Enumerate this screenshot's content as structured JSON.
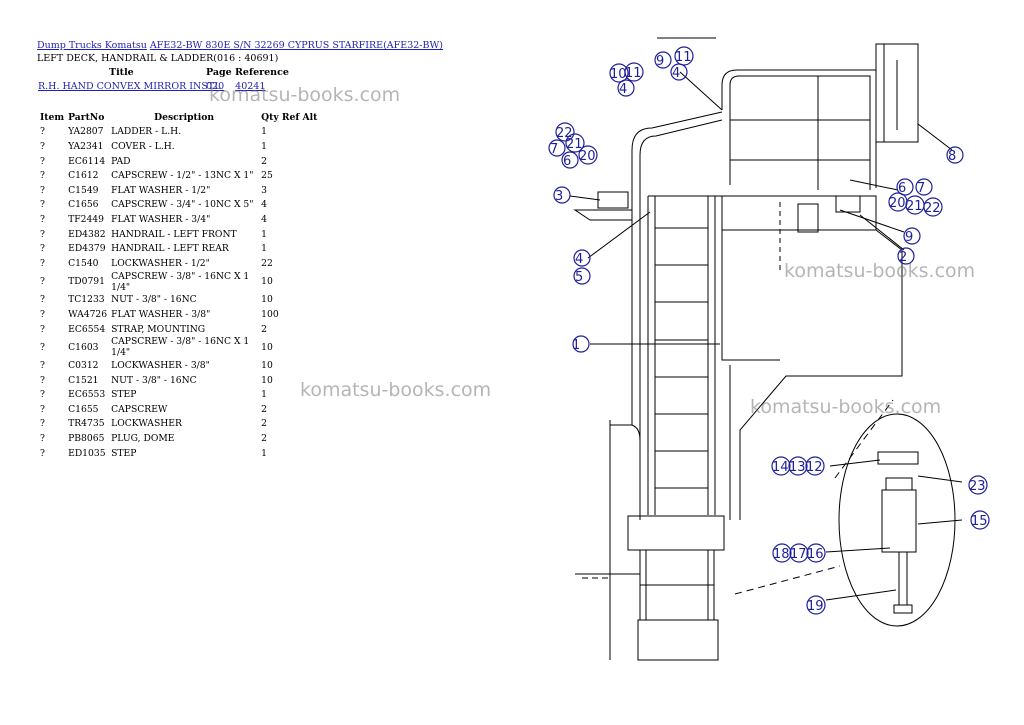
{
  "breadcrumb": {
    "root": "Dump Trucks Komatsu",
    "model": "AFE32-BW 830E S/N 32269 CYPRUS STARFIRE(AFE32-BW)"
  },
  "section_title": "LEFT DECK, HANDRAIL & LADDER(016 : 40691)",
  "reference_header": {
    "title": "Title",
    "page_reference": "Page Reference"
  },
  "reference_row": {
    "title": "R.H. HAND CONVEX MIRROR INSTL",
    "section": "020",
    "page": "40241"
  },
  "table": {
    "headers": [
      "Item",
      "PartNo",
      "Description",
      "Qty Ref Alt"
    ],
    "rows": [
      [
        "?",
        "YA2807",
        "LADDER - L.H.",
        "1"
      ],
      [
        "?",
        "YA2341",
        "COVER - L.H.",
        "1"
      ],
      [
        "?",
        "EC6114",
        "PAD",
        "2"
      ],
      [
        "?",
        "C1612",
        "CAPSCREW - 1/2\" - 13NC X 1\"",
        "25"
      ],
      [
        "?",
        "C1549",
        "FLAT WASHER - 1/2\"",
        "3"
      ],
      [
        "?",
        "C1656",
        "CAPSCREW - 3/4\" - 10NC X 5\"",
        "4"
      ],
      [
        "?",
        "TF2449",
        "FLAT WASHER - 3/4\"",
        "4"
      ],
      [
        "?",
        "ED4382",
        "HANDRAIL - LEFT FRONT",
        "1"
      ],
      [
        "?",
        "ED4379",
        "HANDRAIL - LEFT REAR",
        "1"
      ],
      [
        "?",
        "C1540",
        "LOCKWASHER - 1/2\"",
        "22"
      ],
      [
        "?",
        "TD0791",
        "CAPSCREW - 3/8\" - 16NC X 1 1/4\"",
        "10"
      ],
      [
        "?",
        "TC1233",
        "NUT - 3/8\" - 16NC",
        "10"
      ],
      [
        "?",
        "WA4726",
        "FLAT WASHER - 3/8\"",
        "100"
      ],
      [
        "?",
        "EC6554",
        "STRAP, MOUNTING",
        "2"
      ],
      [
        "?",
        "C1603",
        "CAPSCREW - 3/8\" - 16NC X 1 1/4\"",
        "10"
      ],
      [
        "?",
        "C0312",
        "LOCKWASHER - 3/8\"",
        "10"
      ],
      [
        "?",
        "C1521",
        "NUT - 3/8\" - 16NC",
        "10"
      ],
      [
        "?",
        "EC6553",
        "STEP",
        "1"
      ],
      [
        "?",
        "C1655",
        "CAPSCREW",
        "2"
      ],
      [
        "?",
        "TR4735",
        "LOCKWASHER",
        "2"
      ],
      [
        "?",
        "PB8065",
        "PLUG, DOME",
        "2"
      ],
      [
        "?",
        "ED1035",
        "STEP",
        "1"
      ]
    ]
  },
  "watermark": "komatsu-books.com",
  "callouts": [
    "1",
    "2",
    "3",
    "4",
    "5",
    "6",
    "7",
    "8",
    "9",
    "10",
    "11",
    "12",
    "13",
    "14",
    "15",
    "16",
    "17",
    "18",
    "19",
    "20",
    "21",
    "22",
    "23"
  ],
  "colors": {
    "link": "#1f1fb4",
    "callout": "#1f1f9a",
    "watermark": "#787878"
  }
}
